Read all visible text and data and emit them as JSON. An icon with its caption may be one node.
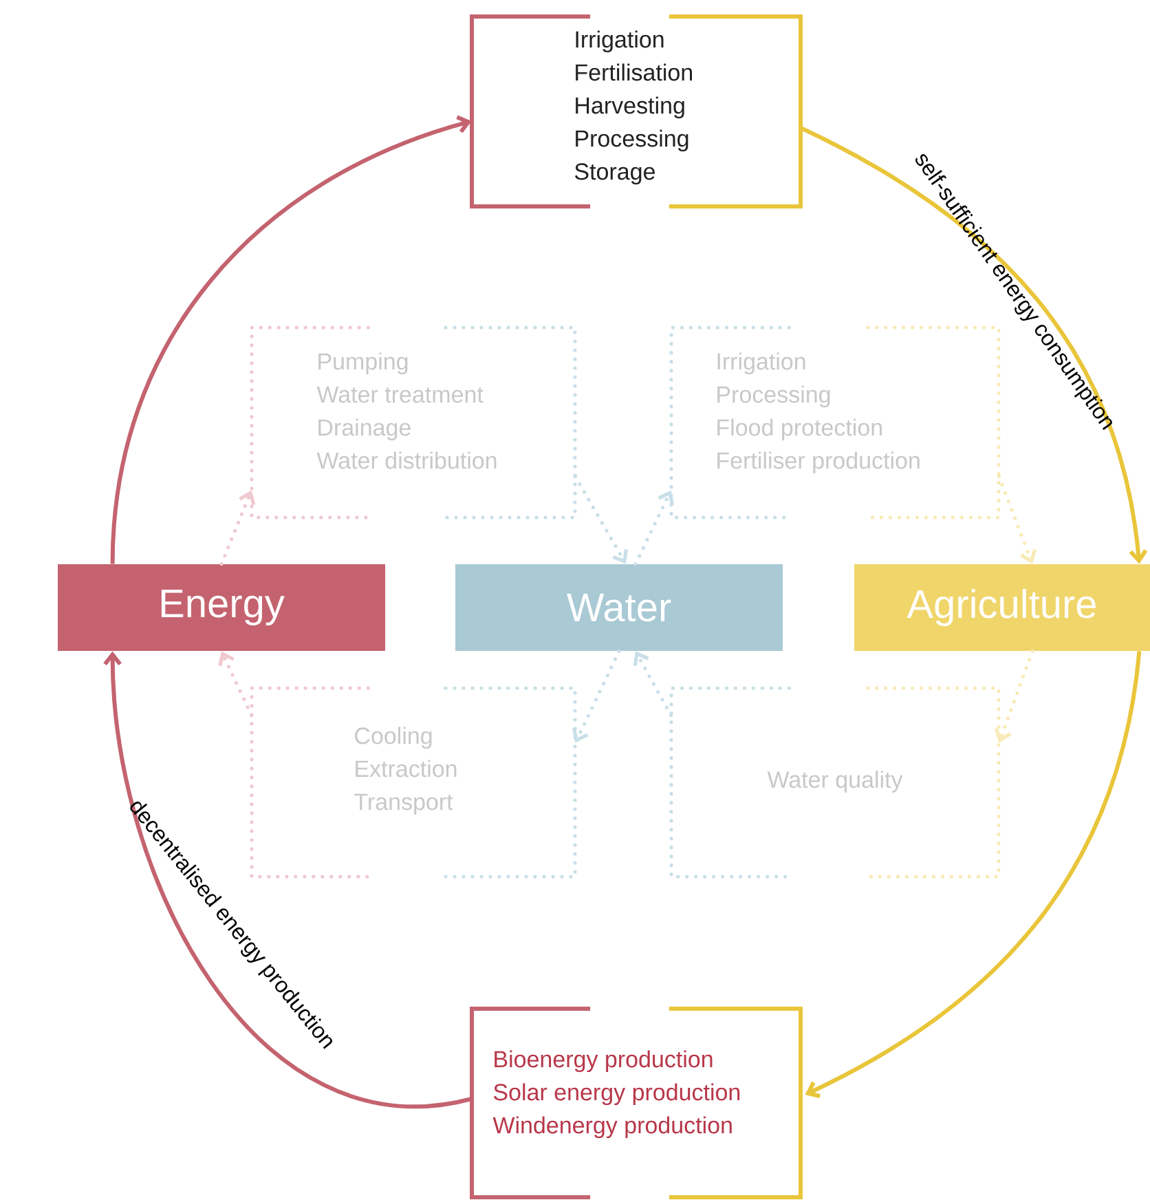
{
  "diagram": {
    "nodes": [
      {
        "text": [
          "Energy"
        ]
      },
      {
        "text": [
          "Water"
        ]
      },
      {
        "text": [
          "Agriculture"
        ]
      },
      {
        "text": [
          "Irrigation",
          "Fertilisation",
          "Harvesting",
          "Processing",
          "Storage"
        ]
      },
      {
        "text": [
          "Bioenergy production",
          "Solar energy production",
          "Windenergy production"
        ]
      },
      {
        "text": [
          "Pumping",
          "Water treatment",
          "Drainage",
          "Water distribution"
        ]
      },
      {
        "text": [
          "Irrigation",
          "Processing",
          "Flood protection",
          "Fertiliser production"
        ]
      },
      {
        "text": [
          "Cooling",
          "Extraction",
          "Transport"
        ]
      },
      {
        "text": [
          "Water quality"
        ]
      }
    ],
    "edges": [
      {
        "from": 0,
        "to": 3,
        "arrow": "to",
        "color": "#c4636f"
      },
      {
        "from": 3,
        "to": 2,
        "arrow": "to",
        "label": "self-sufficient energy consumption",
        "color": "#e9c53a"
      },
      {
        "from": 2,
        "to": 4,
        "arrow": "to",
        "color": "#e9c53a"
      },
      {
        "from": 4,
        "to": 0,
        "arrow": "to",
        "label": "decentralised energy production",
        "color": "#c4636f"
      },
      {
        "from": 0,
        "to": 5,
        "arrow": "to",
        "style": "dashed",
        "color": "#f0c9d0"
      },
      {
        "from": 5,
        "to": 1,
        "arrow": "to",
        "style": "dashed",
        "color": "#c9dfe7"
      },
      {
        "from": 1,
        "to": 6,
        "arrow": "to",
        "style": "dashed",
        "color": "#c9dfe7"
      },
      {
        "from": 6,
        "to": 2,
        "arrow": "to",
        "style": "dashed",
        "color": "#f8eab6"
      },
      {
        "from": 2,
        "to": 8,
        "arrow": "to",
        "style": "dashed",
        "color": "#f8eab6"
      },
      {
        "from": 8,
        "to": 1,
        "arrow": "to",
        "style": "dashed",
        "color": "#c9dfe7"
      },
      {
        "from": 1,
        "to": 7,
        "arrow": "to",
        "style": "dashed",
        "color": "#c9dfe7"
      },
      {
        "from": 7,
        "to": 0,
        "arrow": "to",
        "style": "dashed",
        "color": "#f0c9d0"
      }
    ]
  }
}
